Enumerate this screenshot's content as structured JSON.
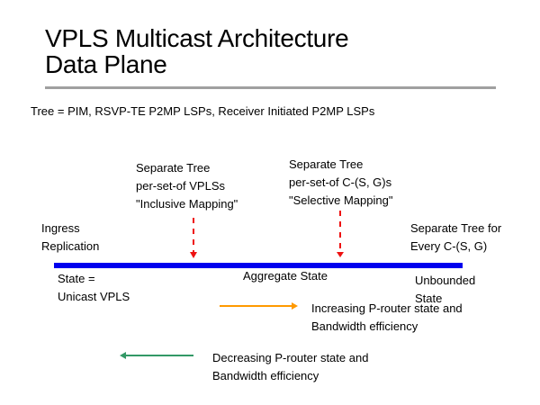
{
  "slide": {
    "title_line1": "VPLS Multicast Architecture",
    "title_line2": "Data Plane",
    "subtitle": "Tree = PIM, RSVP-TE P2MP LSPs, Receiver Initiated P2MP LSPs"
  },
  "spectrum": {
    "top_labels": {
      "ingress": [
        "Ingress",
        "Replication"
      ],
      "inclusive": [
        "Separate Tree",
        "per-set-of VPLSs",
        "\"Inclusive Mapping\""
      ],
      "selective": [
        "Separate Tree",
        "per-set-of C-(S, G)s",
        "\"Selective Mapping\""
      ],
      "every": [
        "Separate Tree for",
        "Every C-(S, G)"
      ]
    },
    "bottom_labels": {
      "unicast": [
        "State =",
        "Unicast VPLS"
      ],
      "aggregate": "Aggregate State",
      "unbounded": [
        "Unbounded",
        "State"
      ]
    }
  },
  "legend": {
    "increasing": [
      "Increasing P-router state and",
      "Bandwidth efficiency"
    ],
    "decreasing": [
      "Decreasing P-router state and",
      "Bandwidth efficiency"
    ]
  },
  "colors": {
    "bar": "#0000ee",
    "marker": "#ee1111",
    "increasing": "#ff9900",
    "decreasing": "#339966",
    "rule": "#a0a0a0"
  }
}
